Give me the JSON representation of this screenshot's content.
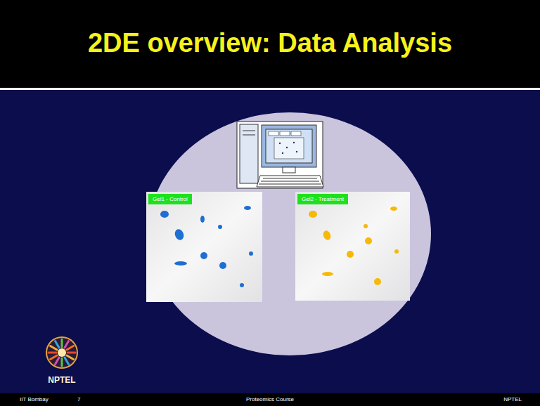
{
  "diagram": {
    "title": "2DE overview: Data Analysis",
    "nodes": [
      {
        "text": [
          "Gel1 - Control"
        ]
      },
      {
        "text": [
          "Gel2 - Treatment"
        ]
      }
    ],
    "labels": [
      "NPTEL",
      "IIT Bombay",
      "7",
      "Proteomics Course",
      "NPTEL"
    ]
  }
}
